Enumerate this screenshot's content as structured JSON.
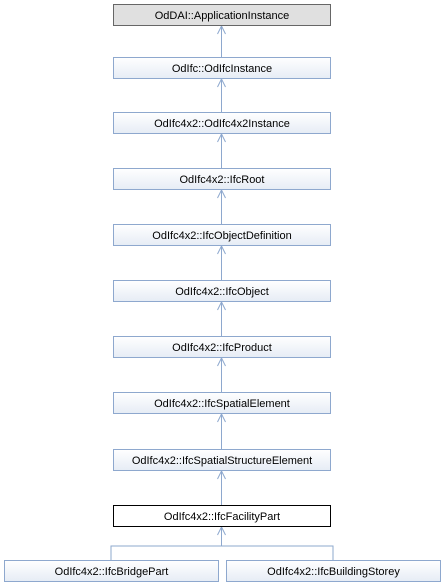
{
  "diagram": {
    "type": "class-inheritance",
    "nodes": [
      {
        "id": "n0",
        "label": "OdDAI::ApplicationInstance",
        "style": "root"
      },
      {
        "id": "n1",
        "label": "OdIfc::OdIfcInstance",
        "style": "normal"
      },
      {
        "id": "n2",
        "label": "OdIfc4x2::OdIfc4x2Instance",
        "style": "normal"
      },
      {
        "id": "n3",
        "label": "OdIfc4x2::IfcRoot",
        "style": "normal"
      },
      {
        "id": "n4",
        "label": "OdIfc4x2::IfcObjectDefinition",
        "style": "normal"
      },
      {
        "id": "n5",
        "label": "OdIfc4x2::IfcObject",
        "style": "normal"
      },
      {
        "id": "n6",
        "label": "OdIfc4x2::IfcProduct",
        "style": "normal"
      },
      {
        "id": "n7",
        "label": "OdIfc4x2::IfcSpatialElement",
        "style": "normal"
      },
      {
        "id": "n8",
        "label": "OdIfc4x2::IfcSpatialStructureElement",
        "style": "normal"
      },
      {
        "id": "n9",
        "label": "OdIfc4x2::IfcFacilityPart",
        "style": "current"
      },
      {
        "id": "n10",
        "label": "OdIfc4x2::IfcBridgePart",
        "style": "normal"
      },
      {
        "id": "n11",
        "label": "OdIfc4x2::IfcBuildingStorey",
        "style": "normal"
      }
    ],
    "edges": [
      {
        "from": "n1",
        "to": "n0"
      },
      {
        "from": "n2",
        "to": "n1"
      },
      {
        "from": "n3",
        "to": "n2"
      },
      {
        "from": "n4",
        "to": "n3"
      },
      {
        "from": "n5",
        "to": "n4"
      },
      {
        "from": "n6",
        "to": "n5"
      },
      {
        "from": "n7",
        "to": "n6"
      },
      {
        "from": "n8",
        "to": "n7"
      },
      {
        "from": "n9",
        "to": "n8"
      },
      {
        "from": "n10",
        "to": "n9"
      },
      {
        "from": "n11",
        "to": "n9"
      }
    ],
    "colors": {
      "edge": "#8ea8ce",
      "node_border": "#8ea8ce",
      "node_fill_top": "#ffffff",
      "node_fill_bottom": "#e6ecf5",
      "root_fill": "#e0e0e0",
      "root_border": "#666666",
      "current_border": "#000000"
    }
  }
}
